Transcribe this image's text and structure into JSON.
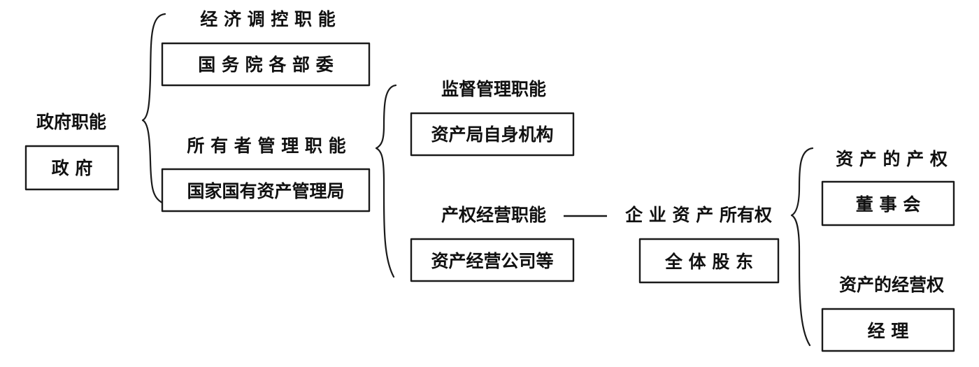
{
  "root": {
    "heading": "政府职能",
    "box": "政 府"
  },
  "level1": {
    "economic": {
      "heading": "经 济 调 控 职 能",
      "box": "国 务 院 各 部 委"
    },
    "owner": {
      "heading": "所 有 者 管 理 职 能",
      "box": "国家国有资产管理局"
    }
  },
  "level2": {
    "supervision": {
      "heading": "监督管理职能",
      "box": "资产局自身机构"
    },
    "operation": {
      "heading": "产权经营职能",
      "box": "资产经营公司等"
    }
  },
  "level3": {
    "ownership": {
      "heading": "企 业 资 产 所有权",
      "box": "全 体 股 东"
    }
  },
  "level4": {
    "property_right": {
      "heading": "资 产 的 产 权",
      "box": "董   事   会"
    },
    "operating_right": {
      "heading": "资产的经营权",
      "box": "经       理"
    }
  }
}
